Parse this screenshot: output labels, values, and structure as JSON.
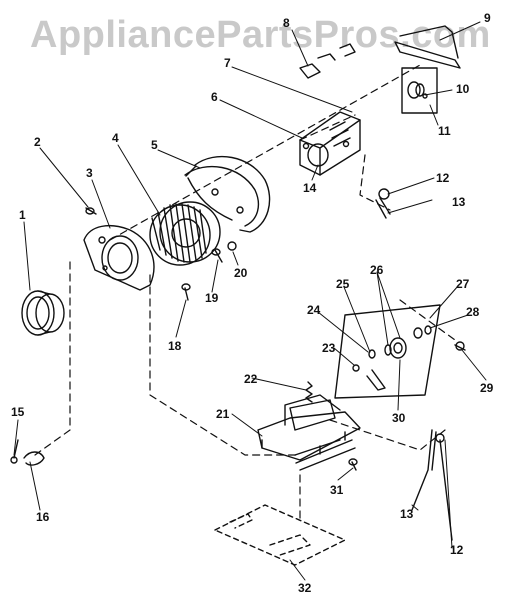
{
  "watermark": "AppliancePartsPros.com",
  "diagram": {
    "type": "exploded-parts-view",
    "callouts": [
      "1",
      "2",
      "3",
      "4",
      "5",
      "6",
      "7",
      "8",
      "9",
      "10",
      "11",
      "12",
      "12",
      "13",
      "13",
      "14",
      "15",
      "16",
      "18",
      "19",
      "20",
      "21",
      "22",
      "23",
      "24",
      "25",
      "26",
      "27",
      "28",
      "29",
      "30",
      "31",
      "32"
    ]
  }
}
